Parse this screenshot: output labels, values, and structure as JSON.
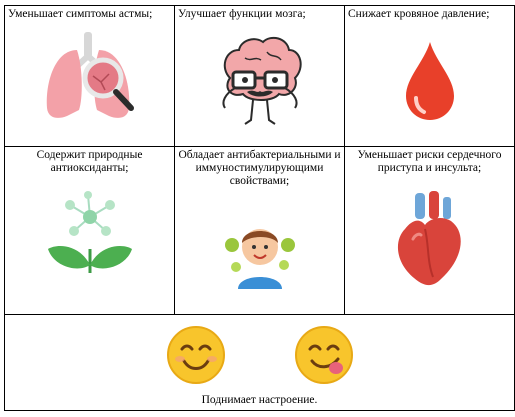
{
  "cells": [
    {
      "caption": "Уменьшает симптомы астмы;",
      "icon": "lungs-magnifier-icon"
    },
    {
      "caption": "Улучшает функции мозга;",
      "icon": "brain-glasses-icon"
    },
    {
      "caption": "Снижает кровяное давление;",
      "icon": "blood-drop-icon"
    },
    {
      "caption": "Содержит природные антиоксиданты;",
      "icon": "molecule-plant-icon"
    },
    {
      "caption": "Обладает антибактериальными и иммуностимулирующими свойствами;",
      "icon": "boy-germs-icon"
    },
    {
      "caption": "Уменьшает риски сердечного приступа и инсульта;",
      "icon": "heart-icon"
    }
  ],
  "footer": {
    "caption": "Поднимает настроение.",
    "icons": [
      "smiling-face-icon",
      "tongue-face-icon"
    ]
  },
  "colors": {
    "lungs": "#f3a1a8",
    "drop": "#e8402a",
    "leaf": "#4caf50",
    "heart": "#d9443b",
    "emoji": "#f8c52c"
  }
}
